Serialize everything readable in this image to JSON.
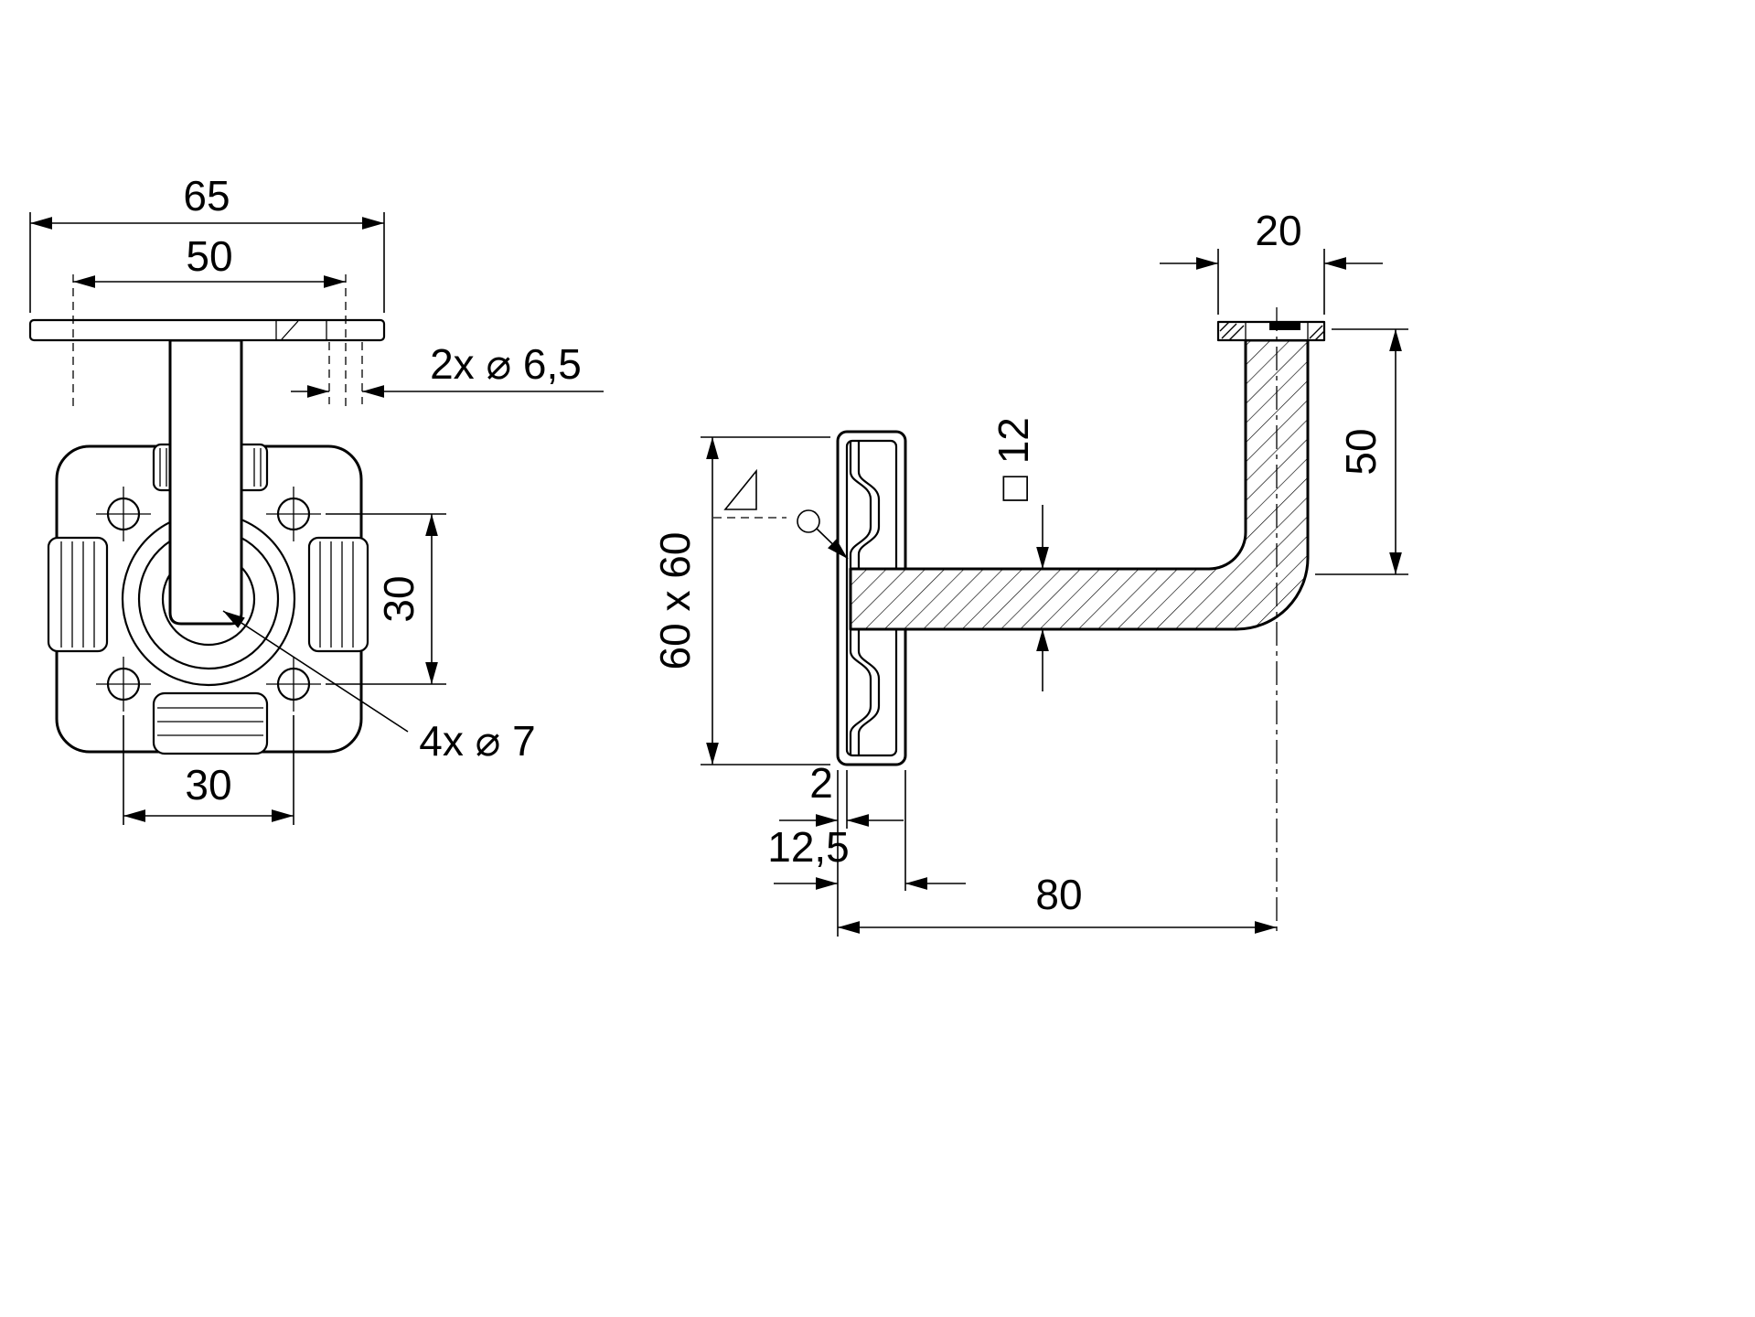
{
  "front": {
    "dim_overall_width": "65",
    "dim_hole_spacing": "50",
    "dim_top_holes": "2x ⌀ 6,5",
    "dim_hole_spacing_vertical": "30",
    "dim_hole_spacing_horizontal": "30",
    "dim_plate_holes": "4x ⌀ 7"
  },
  "side": {
    "dim_saddle_width": "20",
    "dim_height": "50",
    "dim_bar_section": "□ 12",
    "dim_plate_size": "60 x 60",
    "dim_sheet_thickness": "2",
    "dim_cap_depth": "12,5",
    "dim_projection": "80"
  },
  "colors": {
    "ink": "#000000",
    "paper": "#ffffff"
  }
}
